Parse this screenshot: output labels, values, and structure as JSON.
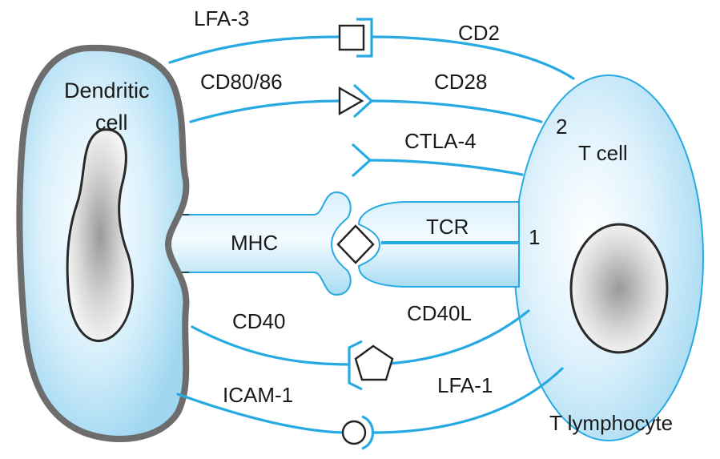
{
  "diagram": {
    "cells": {
      "dendritic_line1": "Dendritic",
      "dendritic_line2": "cell",
      "t_cell": "T cell",
      "t_lymphocyte": "T lymphocyte"
    },
    "molecules": {
      "lfa3": "LFA-3",
      "cd2": "CD2",
      "cd80_86": "CD80/86",
      "cd28": "CD28",
      "ctla4": "CTLA-4",
      "mhc": "MHC",
      "tcr": "TCR",
      "cd40": "CD40",
      "cd40l": "CD40L",
      "icam1": "ICAM-1",
      "lfa1": "LFA-1"
    },
    "signals": {
      "signal1": "1",
      "signal2": "2"
    }
  },
  "colors": {
    "connector": "#27a9e1",
    "cell_fill_light": "#e8f6fd",
    "cell_fill_dark": "#9fd7f1",
    "dendritic_border": "#6d6d6d"
  }
}
